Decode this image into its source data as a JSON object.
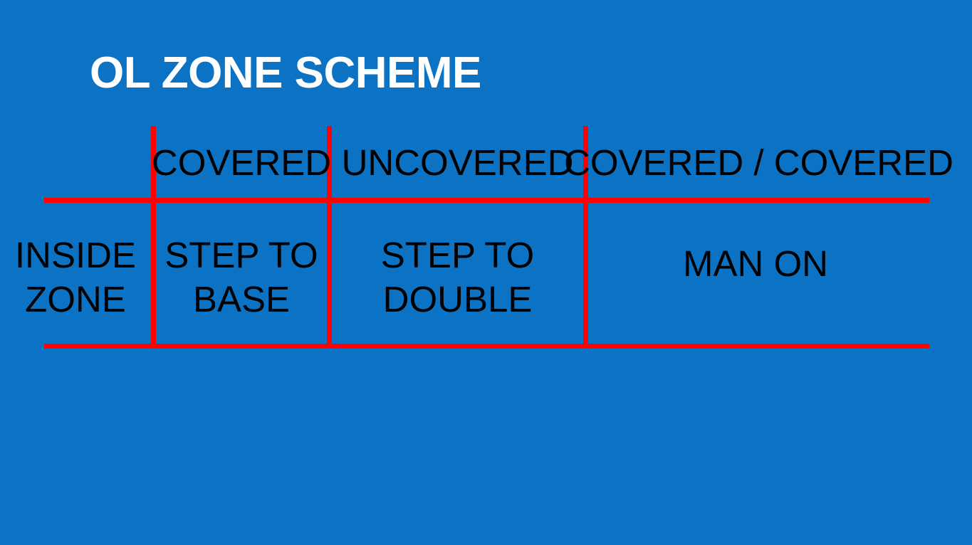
{
  "slide": {
    "title": "OL ZONE SCHEME",
    "background_color": "#0B72C4",
    "rule_color": "#FF0000",
    "title_color": "#FFFFFF",
    "text_color": "#000000"
  },
  "table": {
    "corner_label": "",
    "column_headers": [
      "COVERED",
      "UNCOVERED",
      "COVERED / COVERED"
    ],
    "rows": [
      {
        "row_header_lines": [
          "INSIDE",
          "ZONE"
        ],
        "cells": [
          {
            "lines": [
              "STEP TO",
              "BASE"
            ]
          },
          {
            "lines": [
              "STEP TO",
              "DOUBLE"
            ]
          },
          {
            "lines": [
              "MAN ON"
            ]
          }
        ]
      }
    ]
  }
}
